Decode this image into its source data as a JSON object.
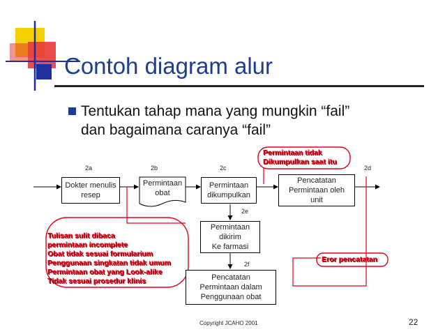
{
  "slide": {
    "title": "Contoh diagram alur",
    "bullet_line1": "Tentukan tahap mana yang mungkin “fail”",
    "bullet_line2": "dan bagaimana caranya “fail”",
    "footer": "Copyright JCAHO 2001",
    "page_number": "22",
    "colors": {
      "title": "#1f3b8f",
      "alert": "#e0001b"
    }
  },
  "diagram": {
    "step_labels": {
      "s2a": "2a",
      "s2b": "2b",
      "s2c": "2c",
      "s2d": "2d",
      "s2e": "2e",
      "s2f": "2f"
    },
    "boxes": {
      "dokter_line1": "Dokter menulis",
      "dokter_line2": "resep",
      "permintaan_obat_line1": "Permintaan",
      "permintaan_obat_line2": "obat",
      "dikumpulkan_line1": "Permintaan",
      "dikumpulkan_line2": "dikumpulkan",
      "pencatatan_unit_line1": "Pencatatan",
      "pencatatan_unit_line2": "Permintaan oleh",
      "pencatatan_unit_line3": "unit",
      "dikirim_line1": "Permintaan",
      "dikirim_line2": "dikirim",
      "dikirim_line3": "Ke farmasi",
      "pencatatan_obat_line1": "Pencatatan",
      "pencatatan_obat_line2": "Permintaan dalam",
      "pencatatan_obat_line3": "Penggunaan obat"
    },
    "callouts": {
      "tidak_dikumpulkan_line1": "Permintaan tidak",
      "tidak_dikumpulkan_line2": "Dikumpulkan saat itu",
      "eror": "Eror pencatatan",
      "failures": [
        "Tulisan sulit dibaca",
        "permintaan incomplete",
        "Obat tidak sesuai formularium",
        "Penggunaan singkatan tidak umum",
        "Permintaan obat yang Look-alike",
        "Tidak sesuai prosedur klinis"
      ]
    }
  }
}
